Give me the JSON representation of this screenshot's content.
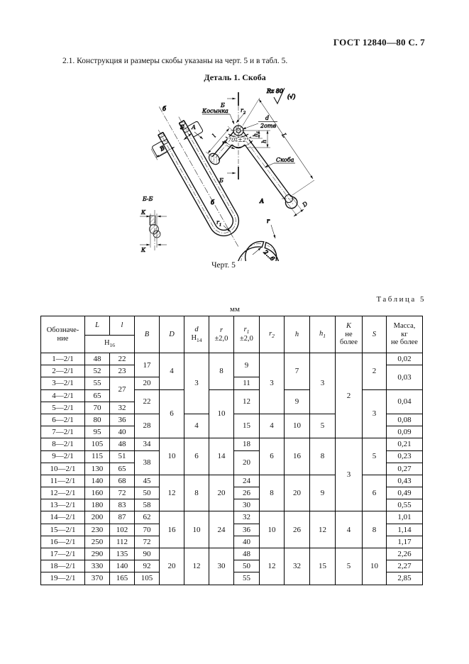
{
  "page": {
    "header": "ГОСТ 12840—80 С. 7",
    "paragraph": "2.1. Конструкция и размеры скобы указаны на черт. 5 и в табл. 5.",
    "detail_title": "Деталь 1. Скоба",
    "figure_caption": "Черт. 5",
    "table_caption": "Таблица 5",
    "units_label": "мм"
  },
  "drawing": {
    "labels": {
      "roughness": "Rz 80",
      "roughness_alt": "(√)",
      "section_mark": "Б",
      "view_mark": "А",
      "section_view": "Б-Б",
      "gusset": "Косынка",
      "part": "Скоба",
      "angle": "70°±2°",
      "holes": "2отв",
      "gap": "2...6",
      "trace_mark": "б",
      "dim_l": "l",
      "dim_L": "L",
      "dim_B": "B",
      "dim_S": "S",
      "dim_D": "D",
      "dim_d": "d",
      "dim_h": "h",
      "dim_r": "r",
      "dim_K": "К",
      "dim_h1": {
        "m": "h",
        "s": "1"
      },
      "dim_r1": {
        "m": "r",
        "s": "1"
      },
      "dim_r2": {
        "m": "r",
        "s": "2"
      }
    }
  },
  "table": {
    "head": {
      "designation": [
        "Обозначе-",
        "ние"
      ],
      "L": "L",
      "l": "l",
      "H16": "H~16~",
      "cols": [
        {
          "lines": [
            "B"
          ],
          "sym": true
        },
        {
          "lines": [
            "D"
          ],
          "sym": true
        },
        {
          "lines": [
            "d",
            "H~14~"
          ],
          "sym": true
        },
        {
          "lines": [
            "r",
            "±2,0"
          ],
          "sym": true
        },
        {
          "lines": [
            "r~1~",
            "±2,0"
          ],
          "sym": true
        },
        {
          "lines": [
            "r~2~"
          ],
          "sym": true
        },
        {
          "lines": [
            "h"
          ],
          "sym": true
        },
        {
          "lines": [
            "h~1~"
          ],
          "sym": true
        },
        {
          "lines": [
            "К",
            "не",
            "более"
          ],
          "sym": true
        },
        {
          "lines": [
            "S"
          ],
          "sym": true
        },
        {
          "lines": [
            "Масса,",
            "кг",
            "не более"
          ],
          "sym": false
        }
      ]
    },
    "rows": [
      {
        "id": "1—2/1",
        "c": [
          "48",
          "22",
          [
            "17",
            2
          ],
          [
            "4",
            3
          ],
          [
            "3",
            5
          ],
          [
            "8",
            3
          ],
          [
            "9",
            2
          ],
          [
            "3",
            5
          ],
          [
            "7",
            3
          ],
          [
            "3",
            5
          ],
          [
            "2",
            7
          ],
          [
            "2",
            3
          ],
          "0,02"
        ]
      },
      {
        "id": "2—2/1",
        "c": [
          "52",
          "23",
          null,
          null,
          null,
          null,
          null,
          null,
          null,
          null,
          null,
          null,
          [
            "0,03",
            2
          ]
        ]
      },
      {
        "id": "3—2/1",
        "c": [
          "55",
          [
            "27",
            2
          ],
          "20",
          null,
          null,
          null,
          "11",
          null,
          null,
          null,
          null,
          null,
          null
        ]
      },
      {
        "id": "4—2/1",
        "t": 1,
        "c": [
          "65",
          null,
          [
            "22",
            2
          ],
          [
            "6",
            4
          ],
          null,
          [
            "10",
            4
          ],
          [
            "12",
            2
          ],
          null,
          [
            "9",
            2
          ],
          null,
          null,
          [
            "3",
            4
          ],
          [
            "0,04",
            2
          ]
        ]
      },
      {
        "id": "5—2/1",
        "c": [
          "70",
          "32",
          null,
          null,
          null,
          null,
          null,
          null,
          null,
          null,
          null,
          null,
          null
        ]
      },
      {
        "id": "6—2/1",
        "t": 1,
        "c": [
          "80",
          "36",
          [
            "28",
            2
          ],
          null,
          [
            "4",
            2
          ],
          null,
          [
            "15",
            2
          ],
          [
            "4",
            2
          ],
          [
            "10",
            2
          ],
          [
            "5",
            2
          ],
          null,
          null,
          "0,08"
        ]
      },
      {
        "id": "7—2/1",
        "c": [
          "95",
          "40",
          null,
          null,
          null,
          null,
          null,
          null,
          null,
          null,
          null,
          null,
          "0,09"
        ]
      },
      {
        "id": "8—2/1",
        "t": 1,
        "c": [
          "105",
          "48",
          "34",
          [
            "10",
            3
          ],
          [
            "6",
            3
          ],
          [
            "14",
            3
          ],
          "18",
          [
            "6",
            3
          ],
          [
            "16",
            3
          ],
          [
            "8",
            3
          ],
          [
            "3",
            6
          ],
          [
            "5",
            3
          ],
          "0,21"
        ]
      },
      {
        "id": "9—2/1",
        "c": [
          "115",
          "51",
          [
            "38",
            2
          ],
          null,
          null,
          null,
          [
            "20",
            2
          ],
          null,
          null,
          null,
          null,
          null,
          "0,23"
        ]
      },
      {
        "id": "10—2/1",
        "c": [
          "130",
          "65",
          null,
          null,
          null,
          null,
          null,
          null,
          null,
          null,
          null,
          null,
          "0,27"
        ]
      },
      {
        "id": "11—2/1",
        "t": 1,
        "c": [
          "140",
          "68",
          "45",
          [
            "12",
            3
          ],
          [
            "8",
            3
          ],
          [
            "20",
            3
          ],
          "24",
          [
            "8",
            3
          ],
          [
            "20",
            3
          ],
          [
            "9",
            3
          ],
          null,
          [
            "6",
            3
          ],
          "0,43"
        ]
      },
      {
        "id": "12—2/1",
        "c": [
          "160",
          "72",
          "50",
          null,
          null,
          null,
          "26",
          null,
          null,
          null,
          null,
          null,
          "0,49"
        ]
      },
      {
        "id": "13—2/1",
        "c": [
          "180",
          "83",
          "58",
          null,
          null,
          null,
          "30",
          null,
          null,
          null,
          null,
          null,
          "0,55"
        ]
      },
      {
        "id": "14—2/1",
        "t": 1,
        "c": [
          "200",
          "87",
          "62",
          [
            "16",
            3
          ],
          [
            "10",
            3
          ],
          [
            "24",
            3
          ],
          "32",
          [
            "10",
            3
          ],
          [
            "26",
            3
          ],
          [
            "12",
            3
          ],
          [
            "4",
            3
          ],
          [
            "8",
            3
          ],
          "1,01"
        ]
      },
      {
        "id": "15—2/1",
        "c": [
          "230",
          "102",
          "70",
          null,
          null,
          null,
          "36",
          null,
          null,
          null,
          null,
          null,
          "1,14"
        ]
      },
      {
        "id": "16—2/1",
        "c": [
          "250",
          "112",
          "72",
          null,
          null,
          null,
          "40",
          null,
          null,
          null,
          null,
          null,
          "1,17"
        ]
      },
      {
        "id": "17—2/1",
        "t": 1,
        "c": [
          "290",
          "135",
          "90",
          [
            "20",
            3
          ],
          [
            "12",
            3
          ],
          [
            "30",
            3
          ],
          "48",
          [
            "12",
            3
          ],
          [
            "32",
            3
          ],
          [
            "15",
            3
          ],
          [
            "5",
            3
          ],
          [
            "10",
            3
          ],
          "2,26"
        ]
      },
      {
        "id": "18—2/1",
        "c": [
          "330",
          "140",
          "92",
          null,
          null,
          null,
          "50",
          null,
          null,
          null,
          null,
          null,
          "2,27"
        ]
      },
      {
        "id": "19—2/1",
        "c": [
          "370",
          "165",
          "105",
          null,
          null,
          null,
          "55",
          null,
          null,
          null,
          null,
          null,
          "2,85"
        ]
      }
    ]
  }
}
